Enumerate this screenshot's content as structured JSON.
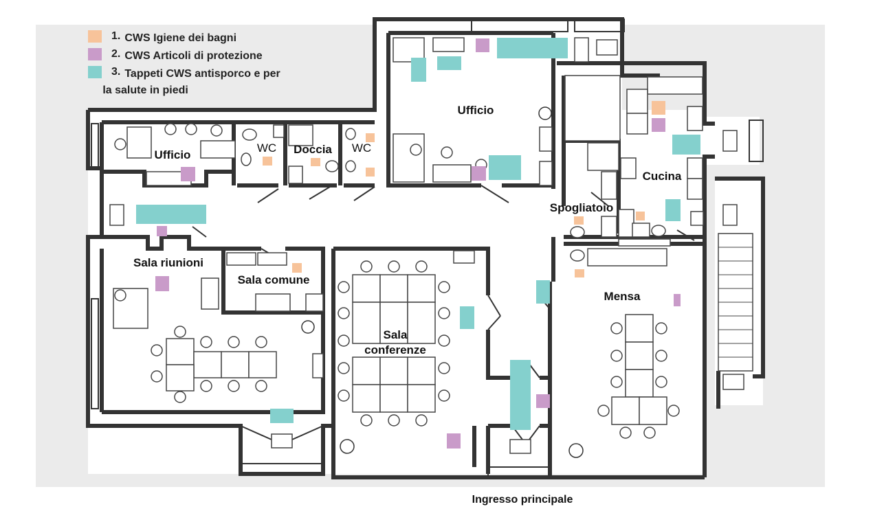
{
  "legend": [
    {
      "number": "1.",
      "label": "CWS Igiene dei bagni",
      "color": "#f7c39a"
    },
    {
      "number": "2.",
      "label": "CWS Articoli di protezione",
      "color": "#c99bc9"
    },
    {
      "number": "3.",
      "label": "Tappeti CWS antisporco e per",
      "label2": "la salute in piedi",
      "color": "#84d0cd"
    }
  ],
  "rooms": {
    "ufficio_left": "Ufficio",
    "wc_1": "WC",
    "doccia": "Doccia",
    "wc_2": "WC",
    "ufficio_top": "Ufficio",
    "cucina": "Cucina",
    "spogliatoio": "Spogliatoio",
    "sala_riunioni": "Sala riunioni",
    "sala_comune": "Sala comune",
    "sala_conferenze_1": "Sala",
    "sala_conferenze_2": "conferenze",
    "mensa": "Mensa"
  },
  "entrance": "Ingresso principale",
  "colors": {
    "background": "#ebebeb",
    "wall": "#333333",
    "hygiene": "#f7c39a",
    "protection": "#c99bc9",
    "mats": "#84d0cd"
  }
}
